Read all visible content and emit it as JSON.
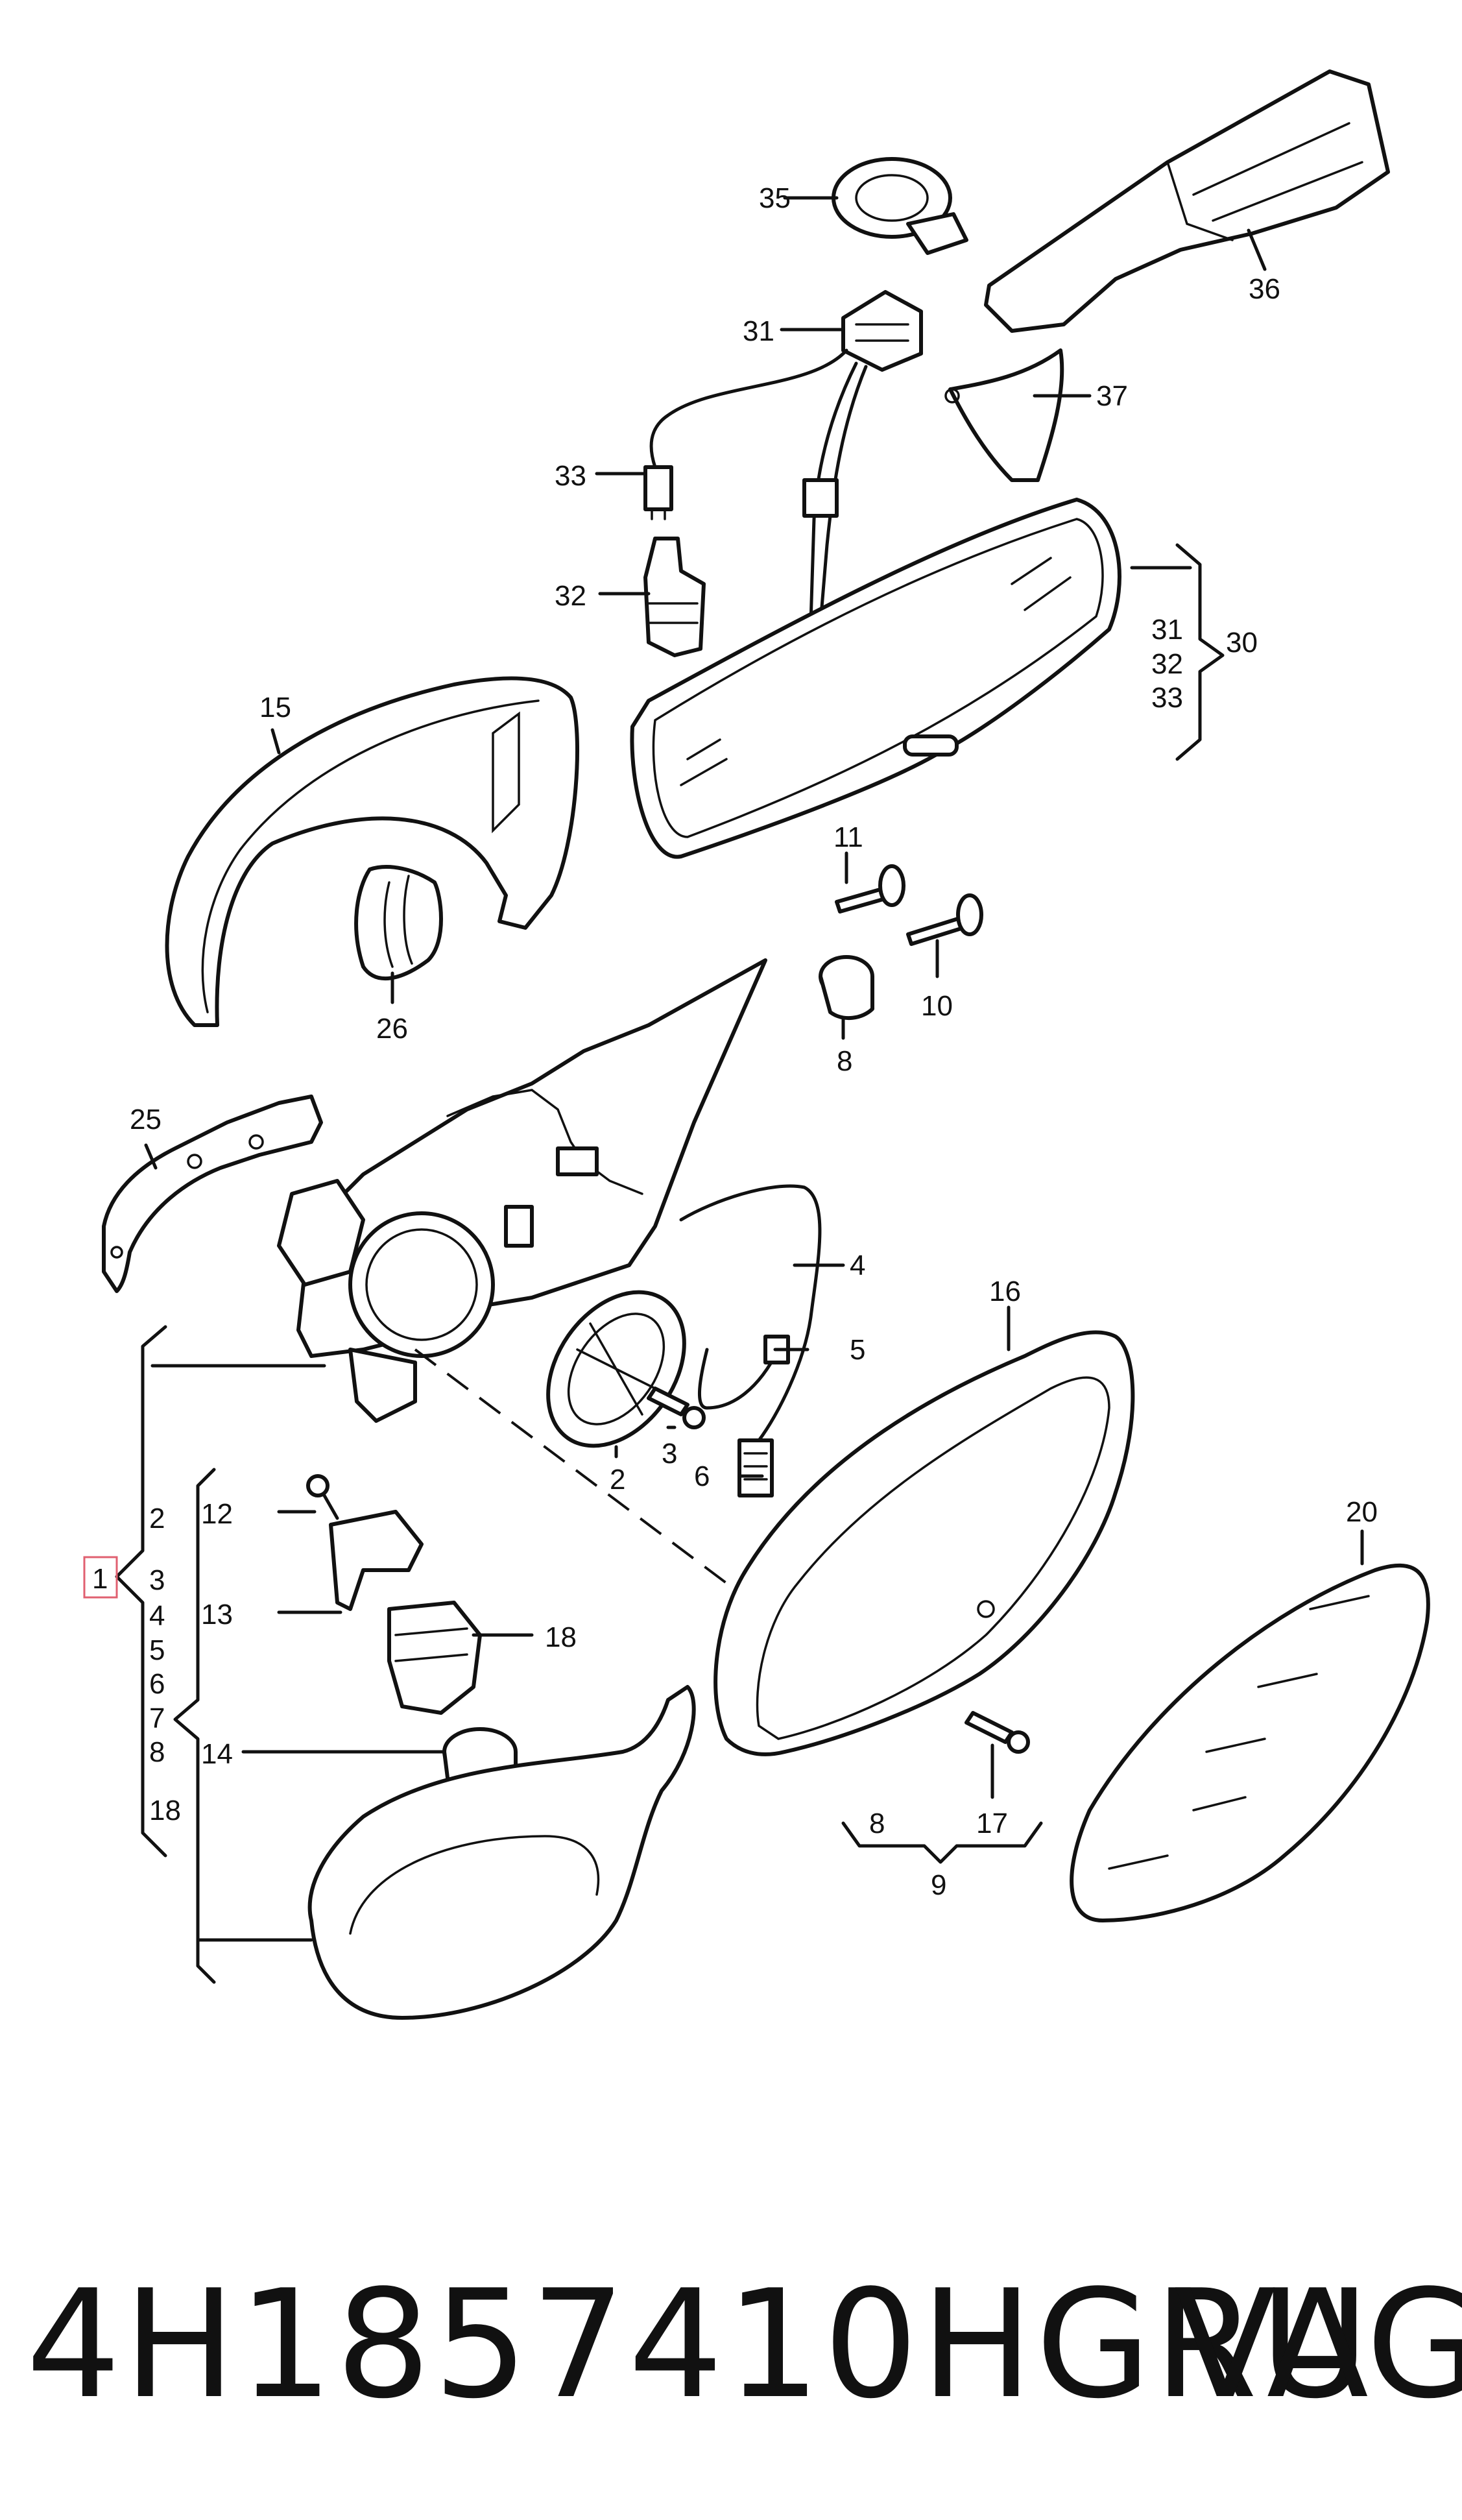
{
  "callouts": {
    "c1": "1",
    "c2a": "2",
    "c2b": "2",
    "c3a": "3",
    "c3b": "3",
    "c4a": "4",
    "c4b": "4",
    "c5a": "5",
    "c5b": "5",
    "c6a": "6",
    "c6b": "6",
    "c7": "7",
    "c8a": "8",
    "c8b": "8",
    "c8c": "8",
    "c9": "9",
    "c10": "10",
    "c11": "11",
    "c12": "12",
    "c13": "13",
    "c14": "14",
    "c15": "15",
    "c16": "16",
    "c17": "17",
    "c18a": "18",
    "c18b": "18",
    "c20": "20",
    "c25": "25",
    "c26": "26",
    "c30": "30",
    "c31a": "31",
    "c31b": "31",
    "c32a": "32",
    "c32b": "32",
    "c33a": "33",
    "c33b": "33",
    "c35": "35",
    "c36": "36",
    "c37": "37"
  },
  "footer": {
    "part_number": "4H1857410HGRU",
    "brand": "VAG"
  },
  "colors": {
    "line": "#111111",
    "highlight": "#e06070",
    "background": "#ffffff"
  }
}
